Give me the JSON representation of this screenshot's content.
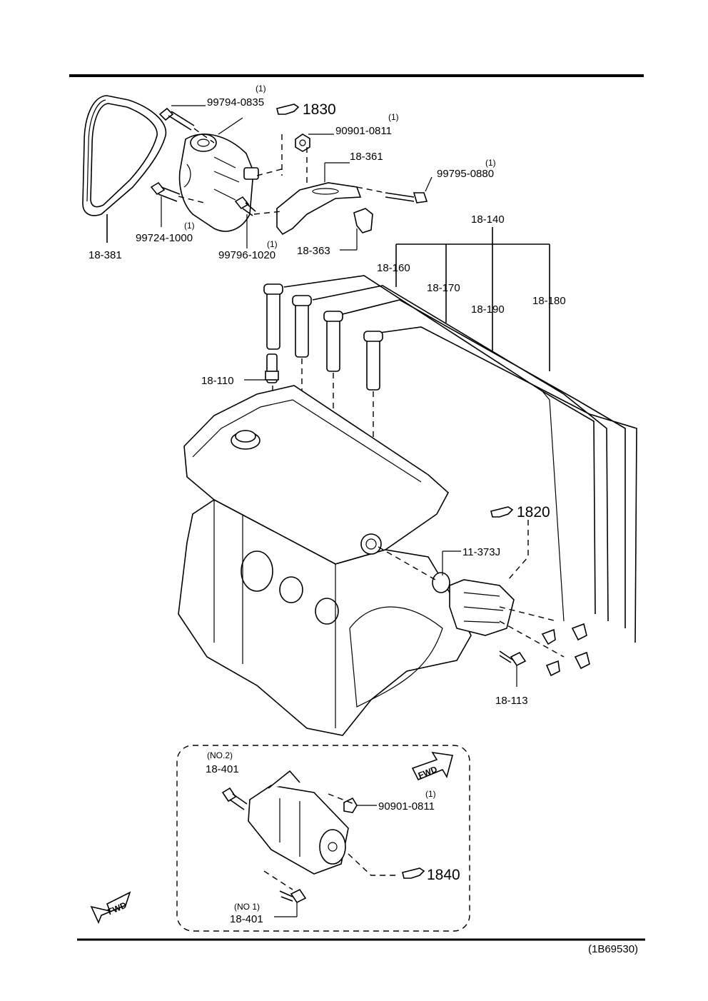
{
  "diagram_id": "(1B69530)",
  "refs": {
    "r1830": "1830",
    "r1820": "1820",
    "r1840": "1840"
  },
  "labels": {
    "p99794": "99794-0835",
    "q99794": "(1)",
    "p90901a": "90901-0811",
    "q90901a": "(1)",
    "p18361": "18-361",
    "p99795": "99795-0880",
    "q99795": "(1)",
    "p99724": "99724-1000",
    "q99724": "(1)",
    "p99796": "99796-1020",
    "q99796": "(1)",
    "p18363": "18-363",
    "p18381": "18-381",
    "p18140": "18-140",
    "p18160": "18-160",
    "p18170": "18-170",
    "p18190": "18-190",
    "p18180": "18-180",
    "p18110": "18-110",
    "p11373": "11-373J",
    "p18113": "18-113",
    "p18401a": "18-401",
    "q18401a": "(NO.2)",
    "p90901b": "90901-0811",
    "q90901b": "(1)",
    "p18401b": "18-401",
    "q18401b": "(NO 1)"
  },
  "fwd": {
    "inset": "FWD",
    "main": "FWD"
  }
}
